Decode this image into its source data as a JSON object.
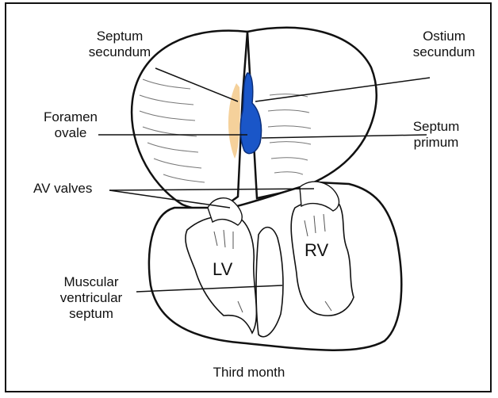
{
  "labels": {
    "septum_secundum": [
      "Septum",
      "secundum"
    ],
    "ostium_secundum": [
      "Ostium",
      "secundum"
    ],
    "foramen_ovale": [
      "Foramen",
      "ovale"
    ],
    "septum_primum": [
      "Septum",
      "primum"
    ],
    "av_valves": "AV valves",
    "muscular_septum": [
      "Muscular",
      "ventricular",
      "septum"
    ],
    "lv": "LV",
    "rv": "RV"
  },
  "caption": "Third month",
  "colors": {
    "septum_primum": "#1a56c8",
    "septum_secundum_shade": "#f3c98a",
    "outline": "#111111"
  }
}
